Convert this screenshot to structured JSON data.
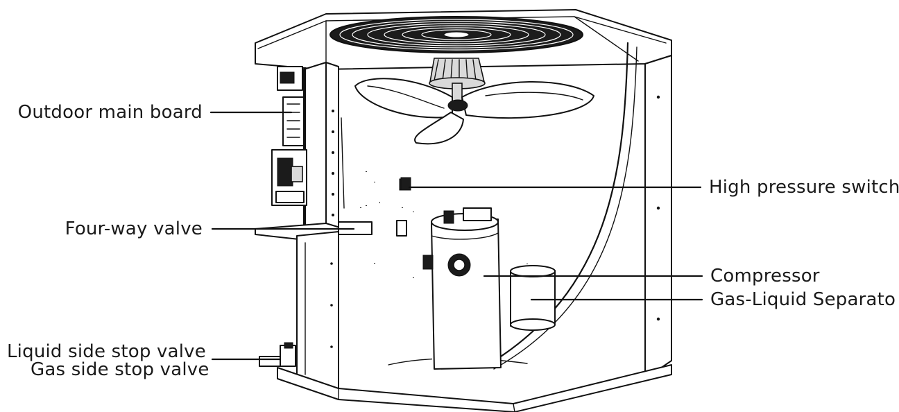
{
  "labels": {
    "outdoor_main_board": "Outdoor main board",
    "four_way_valve": "Four-way valve",
    "liquid_side_stop_valve": "Liquid side stop valve",
    "gas_side_stop_valve": "Gas side stop valve",
    "high_pressure_switch": "High pressure switch",
    "compressor": "Compressor",
    "gas_liquid_separator": "Gas-Liquid Separato"
  }
}
